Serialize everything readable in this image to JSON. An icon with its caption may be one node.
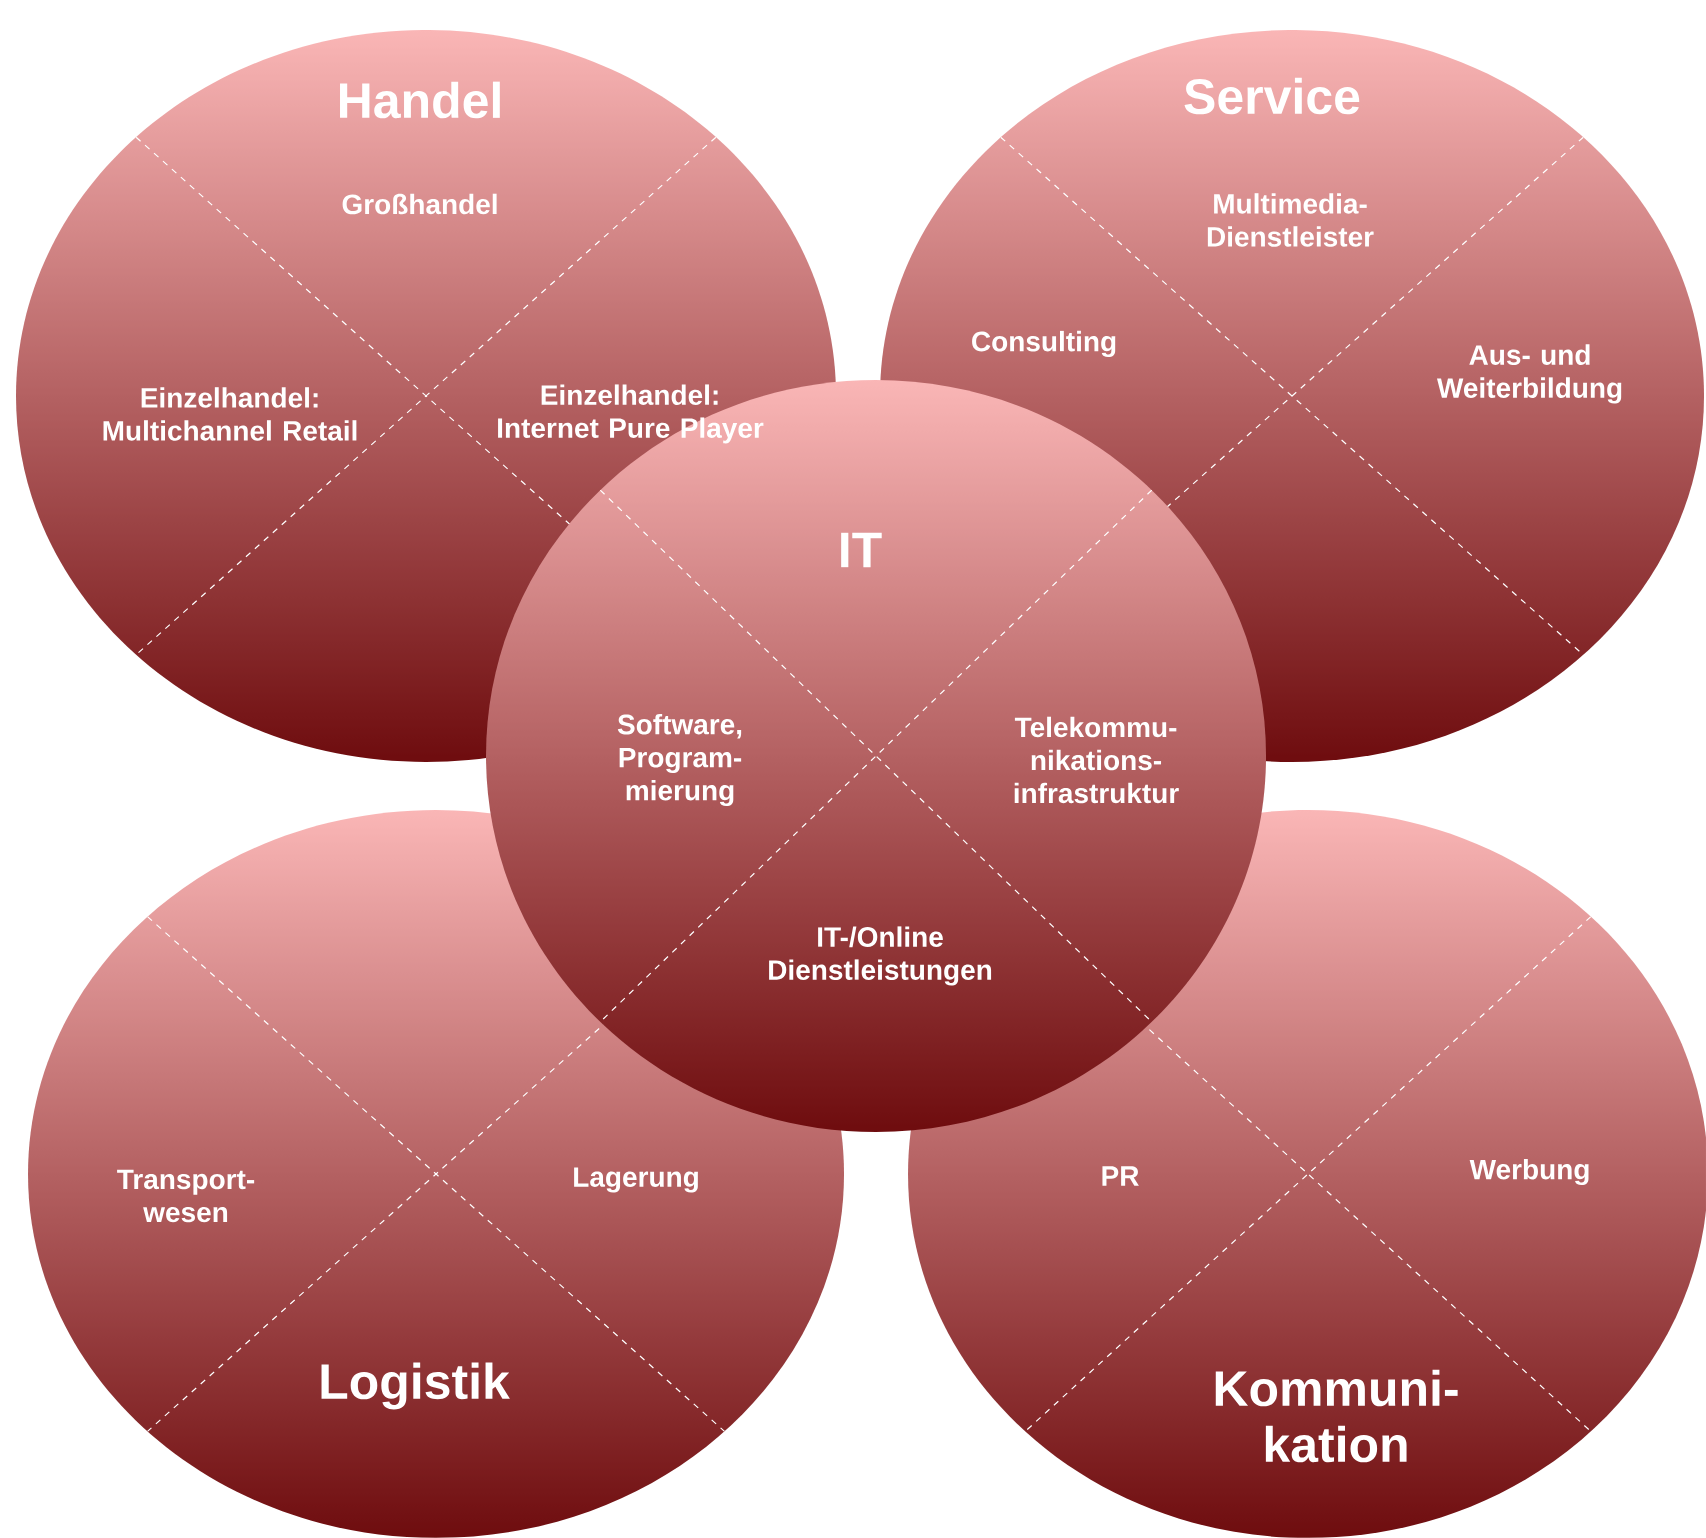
{
  "diagram": {
    "nodes": [
      {
        "text": [
          "Handel",
          "Großhandel",
          "Einzelhandel: Multichannel Retail",
          "Einzelhandel: Internet Pure Player"
        ]
      },
      {
        "text": [
          "Service",
          "Multimedia-Dienstleister",
          "Consulting",
          "Aus- und Weiterbildung"
        ]
      },
      {
        "text": [
          "IT",
          "Software, Program-mierung",
          "Telekommu-nikations-infrastruktur",
          "IT-/Online Dienstleistungen"
        ]
      },
      {
        "text": [
          "Logistik",
          "Transport-wesen",
          "Lagerung"
        ]
      },
      {
        "text": [
          "Kommuni-kation",
          "PR",
          "Werbung"
        ]
      }
    ]
  }
}
